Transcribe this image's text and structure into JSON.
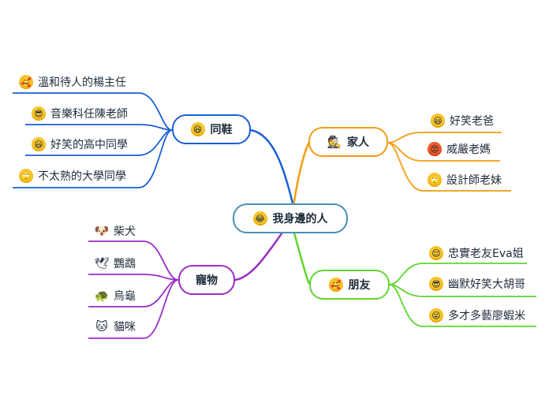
{
  "central": {
    "label": "我身邊的人",
    "icon": "rofl-face-icon"
  },
  "branches": {
    "classmates": {
      "label": "同鞋",
      "icon": "squinting-laugh-face-icon",
      "color": "#1b5fd6",
      "leaves": [
        {
          "label": "溫和待人的楊主任",
          "icon": "hearts-face-icon"
        },
        {
          "label": "音樂科任陳老師",
          "icon": "sunglasses-face-icon"
        },
        {
          "label": "好笑的高中同學",
          "icon": "grinning-face-icon"
        },
        {
          "label": "不太熟的大學同學",
          "icon": "rolling-eyes-face-icon"
        }
      ]
    },
    "family": {
      "label": "家人",
      "icon": "woman-detective-icon",
      "color": "#f39c12",
      "leaves": [
        {
          "label": "好笑老爸",
          "icon": "grinning-face-icon"
        },
        {
          "label": "威嚴老媽",
          "icon": "angry-face-icon"
        },
        {
          "label": "設計師老妹",
          "icon": "rolling-eyes-face-icon"
        }
      ]
    },
    "pets": {
      "label": "寵物",
      "icon": "",
      "color": "#9b2dc7",
      "leaves": [
        {
          "label": "柴犬",
          "icon": "dog-face-icon"
        },
        {
          "label": "鸚鵡",
          "icon": "dove-icon"
        },
        {
          "label": "烏龜",
          "icon": "turtle-icon"
        },
        {
          "label": "貓咪",
          "icon": "cat-face-icon"
        }
      ]
    },
    "friends": {
      "label": "朋友",
      "icon": "hearts-face-icon",
      "color": "#5fd62e",
      "leaves": [
        {
          "label": "忠實老友Eva姐",
          "icon": "relieved-face-icon"
        },
        {
          "label": "幽默好笑大胡哥",
          "icon": "sunglasses-face-icon"
        },
        {
          "label": "多才多藝廖蝦米",
          "icon": "winking-tongue-face-icon"
        }
      ]
    }
  }
}
